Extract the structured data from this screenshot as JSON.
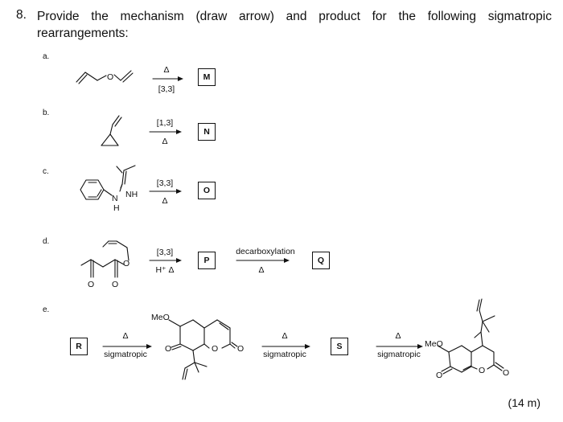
{
  "question": {
    "number": "8.",
    "text": "Provide the mechanism (draw arrow) and product for the following sigmatropic rearrangements:"
  },
  "parts": [
    {
      "label": "a.",
      "above": "Δ",
      "below": "[3,3]",
      "product": "M"
    },
    {
      "label": "b.",
      "above": "[1,3]",
      "below": "Δ",
      "product": "N"
    },
    {
      "label": "c.",
      "above": "[3,3]",
      "below": "Δ",
      "product": "O"
    },
    {
      "label": "d.",
      "above": "[3,3]",
      "below": "H⁺ Δ",
      "product": "P",
      "step2_above": "decarboxylation",
      "step2_below": "Δ",
      "product2": "Q"
    },
    {
      "label": "e.",
      "start": "R",
      "arrow1_above": "Δ",
      "arrow1_below": "sigmatropic",
      "arrow2_above": "Δ",
      "arrow2_below": "sigmatropic",
      "middle": "S",
      "arrow3_above": "Δ",
      "arrow3_below": "sigmatropic"
    }
  ],
  "atoms": {
    "O": "O",
    "NH": "NH",
    "N": "N",
    "H": "H",
    "MeO": "MeO"
  },
  "marks": "(14 m)"
}
